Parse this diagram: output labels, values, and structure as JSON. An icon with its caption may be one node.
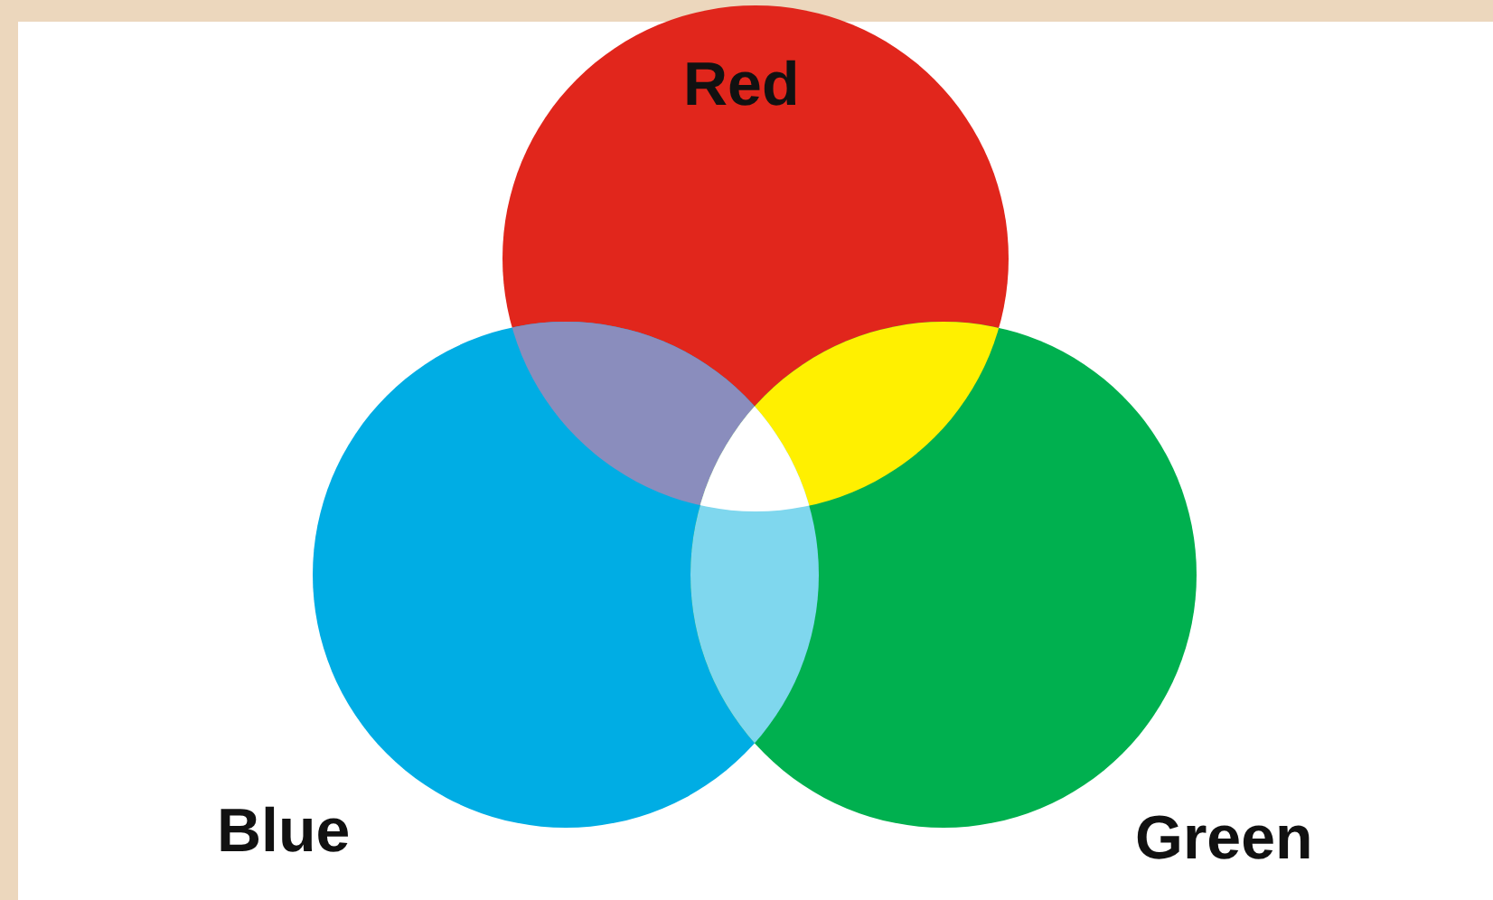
{
  "diagram": {
    "nodes": [
      {
        "text": [
          "Red"
        ]
      },
      {
        "text": [
          "Blue"
        ]
      },
      {
        "text": [
          "Green"
        ]
      }
    ]
  }
}
